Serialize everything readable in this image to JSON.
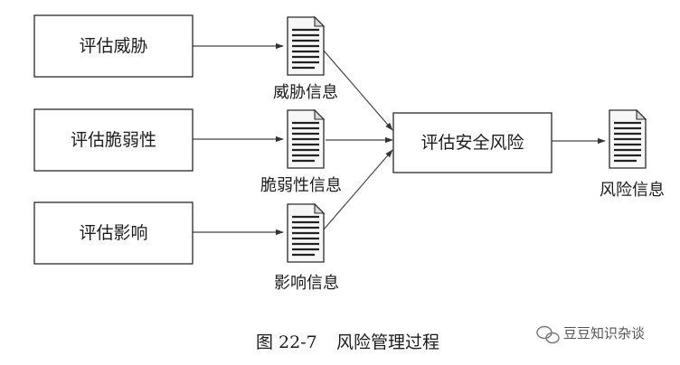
{
  "process_boxes": {
    "assess_threat": "评估威胁",
    "assess_vulnerability": "评估脆弱性",
    "assess_impact": "评估影响",
    "assess_security_risk": "评估安全风险"
  },
  "documents": {
    "threat_info": "威胁信息",
    "vulnerability_info": "脆弱性信息",
    "impact_info": "影响信息",
    "risk_info": "风险信息"
  },
  "caption": {
    "figure_number": "图 22-7",
    "title": "风险管理过程"
  },
  "watermark": {
    "text": "豆豆知识杂谈",
    "icon": "wechat-icon"
  }
}
